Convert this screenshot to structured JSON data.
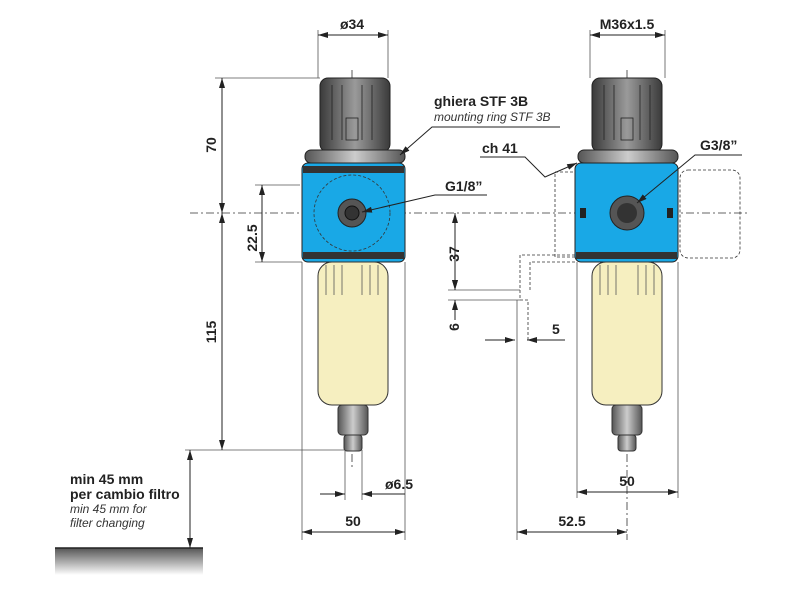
{
  "labels": {
    "mounting_ring_it": "ghiera STF 3B",
    "mounting_ring_en": "mounting ring STF 3B",
    "port_left": "G1/8”",
    "port_right": "G3/8”",
    "wrench": "ch 41",
    "clearance_it_1": "min 45 mm",
    "clearance_it_2": "per cambio filtro",
    "clearance_en_1": "min 45 mm for",
    "clearance_en_2": "filter changing"
  },
  "dimensions": {
    "knob_dia": "ø34",
    "thread": "M36x1.5",
    "height_top": "70",
    "height_bottom": "115",
    "port_offset": "22.5",
    "drain_dia": "ø6.5",
    "width_left": "50",
    "width_right": "50",
    "offset_right": "52.5",
    "bracket_37": "37",
    "bracket_6": "6",
    "bracket_5": "5"
  },
  "colors": {
    "body": "#19a8e6",
    "bowl": "#f6efc0"
  }
}
